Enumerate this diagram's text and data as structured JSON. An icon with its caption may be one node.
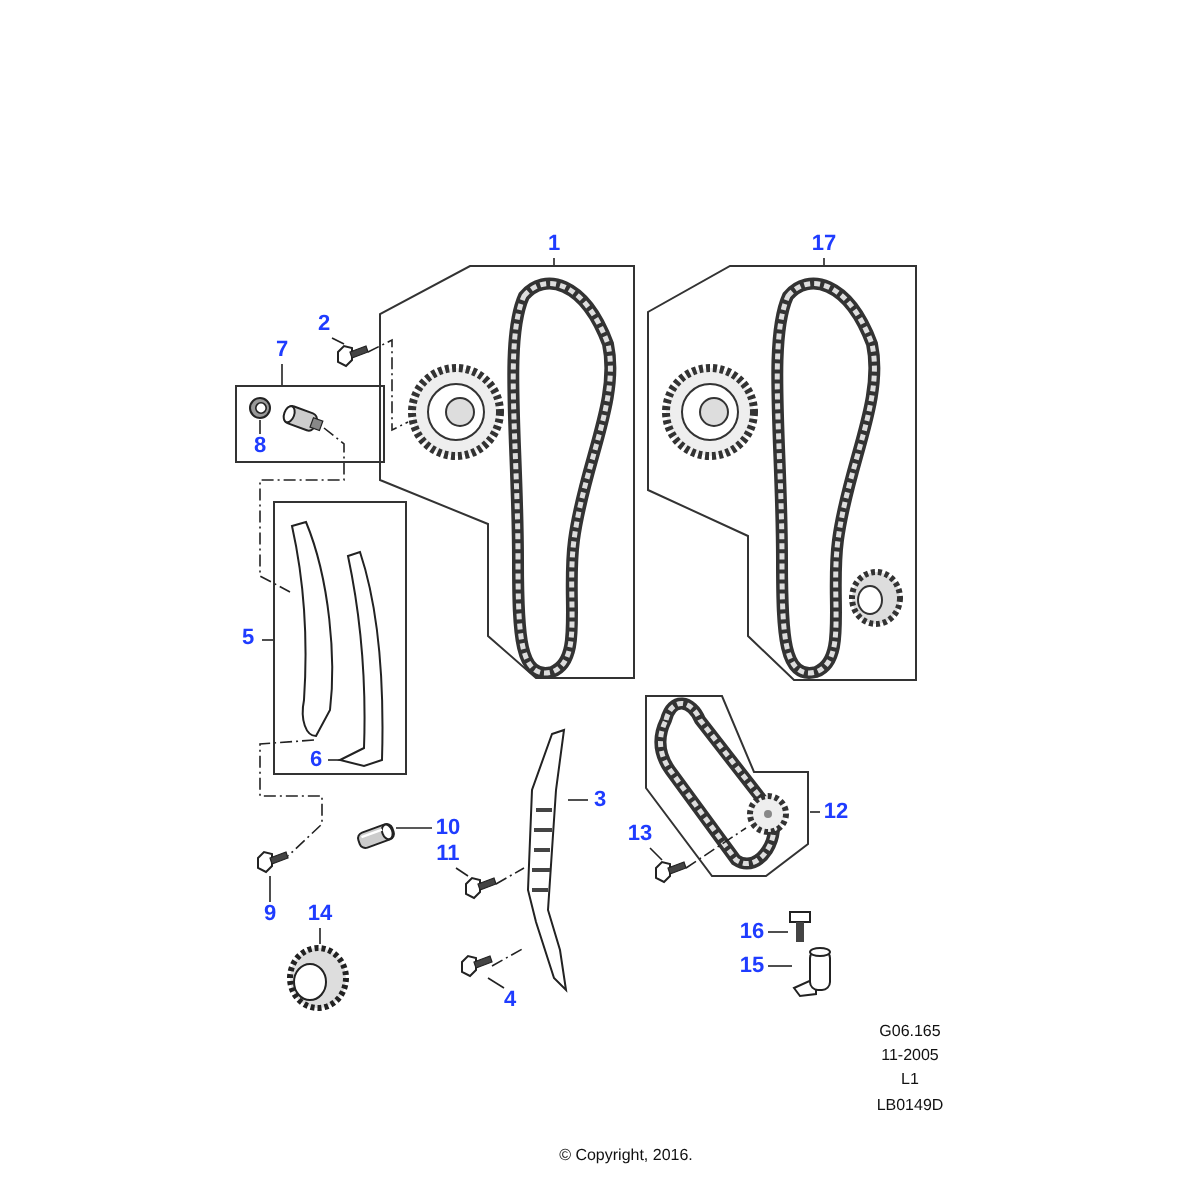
{
  "diagram": {
    "nodes": [
      {
        "text": [
          "1"
        ]
      },
      {
        "text": [],
        "shape": "box"
      },
      {
        "text": [
          "17"
        ]
      },
      {
        "text": [],
        "shape": "box"
      },
      {
        "text": [
          "2"
        ]
      },
      {
        "text": [],
        "shape": "picture"
      },
      {
        "text": [
          "7"
        ]
      },
      {
        "text": [],
        "shape": "box"
      },
      {
        "text": [
          "8"
        ],
        "in": 7
      },
      {
        "text": [],
        "shape": "picture",
        "in": 7
      },
      {
        "text": [
          "5"
        ]
      },
      {
        "text": [],
        "shape": "box"
      },
      {
        "text": [
          "6"
        ],
        "in": 11
      },
      {
        "text": [],
        "shape": "picture",
        "in": 11
      },
      {
        "text": [
          "3"
        ]
      },
      {
        "text": [],
        "shape": "picture"
      },
      {
        "text": [
          "10"
        ]
      },
      {
        "text": [],
        "shape": "picture"
      },
      {
        "text": [
          "11"
        ]
      },
      {
        "text": [],
        "shape": "picture"
      },
      {
        "text": [
          "9"
        ]
      },
      {
        "text": [],
        "shape": "picture"
      },
      {
        "text": [
          "14"
        ]
      },
      {
        "text": [],
        "shape": "picture"
      },
      {
        "text": [
          "4"
        ]
      },
      {
        "text": [],
        "shape": "picture"
      },
      {
        "text": [
          "13"
        ]
      },
      {
        "text": [],
        "shape": "picture"
      },
      {
        "text": [
          "12"
        ]
      },
      {
        "text": [],
        "shape": "box"
      },
      {
        "text": [
          "16"
        ]
      },
      {
        "text": [],
        "shape": "picture"
      },
      {
        "text": [
          "15"
        ]
      },
      {
        "text": [],
        "shape": "picture"
      },
      {
        "text": [],
        "shape": "picture",
        "in": 1
      },
      {
        "text": [],
        "shape": "picture",
        "in": 29
      },
      {
        "text": [],
        "shape": "picture",
        "in": 7
      },
      {
        "text": [],
        "shape": "picture",
        "in": 11
      }
    ],
    "edges": [
      {
        "from": 0,
        "to": 1,
        "arrow": "none"
      },
      {
        "from": 2,
        "to": 3,
        "arrow": "none"
      },
      {
        "from": 4,
        "to": 5,
        "arrow": "none"
      },
      {
        "from": 6,
        "to": 7,
        "arrow": "none"
      },
      {
        "from": 8,
        "to": 9,
        "arrow": "none"
      },
      {
        "from": 10,
        "to": 11,
        "arrow": "none"
      },
      {
        "from": 12,
        "to": 37,
        "arrow": "none"
      },
      {
        "from": 14,
        "to": 15,
        "arrow": "none"
      },
      {
        "from": 16,
        "to": 17,
        "arrow": "none"
      },
      {
        "from": 18,
        "to": 19,
        "arrow": "none"
      },
      {
        "from": 20,
        "to": 21,
        "arrow": "none"
      },
      {
        "from": 22,
        "to": 23,
        "arrow": "none"
      },
      {
        "from": 24,
        "to": 25,
        "arrow": "none"
      },
      {
        "from": 26,
        "to": 27,
        "arrow": "none"
      },
      {
        "from": 28,
        "to": 29,
        "arrow": "none"
      },
      {
        "from": 30,
        "to": 31,
        "arrow": "none"
      },
      {
        "from": 32,
        "to": 33,
        "arrow": "none"
      },
      {
        "from": 5,
        "to": 34,
        "arrow": "none",
        "style": "dashed"
      },
      {
        "from": 36,
        "to": 13,
        "arrow": "none",
        "style": "dashed"
      },
      {
        "from": 13,
        "to": 21,
        "arrow": "none",
        "style": "dashed"
      },
      {
        "from": 19,
        "to": 15,
        "arrow": "none",
        "style": "dashed"
      },
      {
        "from": 25,
        "to": 15,
        "arrow": "none",
        "style": "dashed"
      },
      {
        "from": 27,
        "to": 35,
        "arrow": "none",
        "style": "dashed"
      }
    ],
    "labels": [
      "G06.165",
      "11-2005",
      "L1",
      "LB0149D",
      "© Copyright, 2016."
    ]
  }
}
